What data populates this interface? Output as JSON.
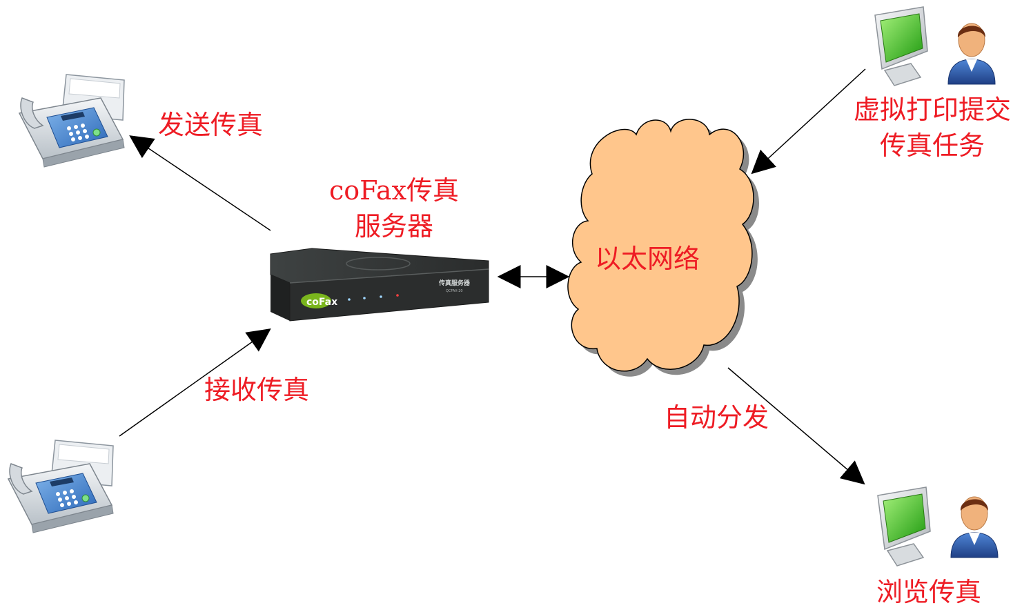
{
  "labels": {
    "send_fax": "发送传真",
    "receive_fax": "接收传真",
    "server_line1": "coFax传真",
    "server_line2": "服务器",
    "network": "以太网络",
    "auto_distribute": "自动分发",
    "virtual_print_line1": "虚拟打印提交",
    "virtual_print_line2": "传真任务",
    "browse_fax": "浏览传真"
  },
  "device": {
    "brand": "coFax",
    "panel_title": "传真服务器",
    "model": "QCFAX-20"
  },
  "colors": {
    "label_text": "#ee1c24",
    "cloud_fill": "#ffc68c",
    "cloud_shadow": "#8a8a8a",
    "arrow": "#000000",
    "server_body": "#2b2d2d",
    "logo_green": "#7ab51d",
    "monitor_screen": "#38c41e",
    "person_shirt": "#2d5aa8"
  },
  "icons": [
    "fax-machine-icon",
    "fax-server-icon",
    "ethernet-cloud-icon",
    "computer-monitor-icon",
    "user-person-icon"
  ]
}
